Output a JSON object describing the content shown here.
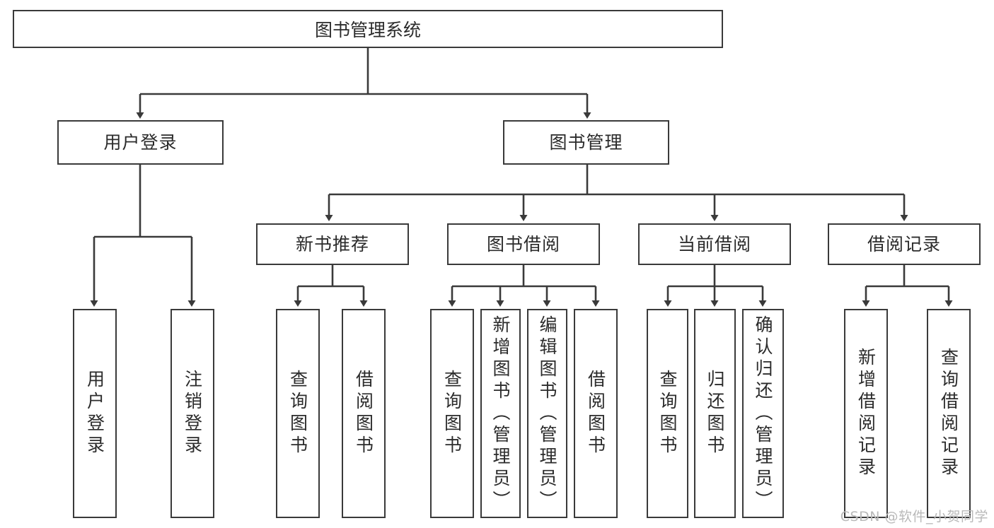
{
  "diagram": {
    "type": "tree-hierarchy-chart",
    "title": "图书管理系统",
    "stroke_color": "#3a3a3a",
    "text_color": "#2b2b2b",
    "background_color": "#ffffff",
    "root": {
      "label": "图书管理系统"
    },
    "level2": [
      {
        "label": "用户登录"
      },
      {
        "label": "图书管理"
      }
    ],
    "level3": [
      {
        "label": "新书推荐"
      },
      {
        "label": "图书借阅"
      },
      {
        "label": "当前借阅"
      },
      {
        "label": "借阅记录"
      }
    ],
    "leaves": [
      {
        "label": "用户登录",
        "parent": "用户登录"
      },
      {
        "label": "注销登录",
        "parent": "用户登录"
      },
      {
        "label": "查询图书",
        "parent": "新书推荐"
      },
      {
        "label": "借阅图书",
        "parent": "新书推荐"
      },
      {
        "label": "查询图书",
        "parent": "图书借阅"
      },
      {
        "label": "新增图书（管理员）",
        "parent": "图书借阅"
      },
      {
        "label": "编辑图书（管理员）",
        "parent": "图书借阅"
      },
      {
        "label": "借阅图书",
        "parent": "图书借阅"
      },
      {
        "label": "查询图书",
        "parent": "当前借阅"
      },
      {
        "label": "归还图书",
        "parent": "当前借阅"
      },
      {
        "label": "确认归还（管理员）",
        "parent": "当前借阅"
      },
      {
        "label": "新增借阅记录",
        "parent": "借阅记录"
      },
      {
        "label": "查询借阅记录",
        "parent": "借阅记录"
      }
    ]
  },
  "watermark": {
    "text": "CSDN @软件_小贺同学"
  }
}
